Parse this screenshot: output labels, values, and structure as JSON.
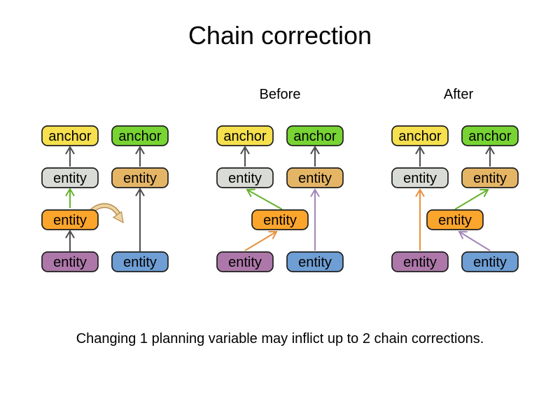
{
  "title": "Chain correction",
  "caption": "Changing 1 planning variable may inflict up to 2 chain corrections.",
  "groups": [
    {
      "label": "",
      "boxes": [
        {
          "id": "anchor-yellow",
          "label": "anchor"
        },
        {
          "id": "anchor-green",
          "label": "anchor"
        },
        {
          "id": "entity-gray",
          "label": "entity"
        },
        {
          "id": "entity-tan",
          "label": "entity"
        },
        {
          "id": "entity-orange",
          "label": "entity"
        },
        {
          "id": "entity-purple",
          "label": "entity"
        },
        {
          "id": "entity-blue",
          "label": "entity"
        }
      ]
    },
    {
      "label": "Before",
      "boxes": [
        {
          "id": "anchor-yellow",
          "label": "anchor"
        },
        {
          "id": "anchor-green",
          "label": "anchor"
        },
        {
          "id": "entity-gray",
          "label": "entity"
        },
        {
          "id": "entity-tan",
          "label": "entity"
        },
        {
          "id": "entity-orange",
          "label": "entity"
        },
        {
          "id": "entity-purple",
          "label": "entity"
        },
        {
          "id": "entity-blue",
          "label": "entity"
        }
      ]
    },
    {
      "label": "After",
      "boxes": [
        {
          "id": "anchor-yellow",
          "label": "anchor"
        },
        {
          "id": "anchor-green",
          "label": "anchor"
        },
        {
          "id": "entity-gray",
          "label": "entity"
        },
        {
          "id": "entity-tan",
          "label": "entity"
        },
        {
          "id": "entity-orange",
          "label": "entity"
        },
        {
          "id": "entity-purple",
          "label": "entity"
        },
        {
          "id": "entity-blue",
          "label": "entity"
        }
      ]
    }
  ],
  "colors": {
    "anchor_yellow": "#F6E04E",
    "anchor_green": "#77D433",
    "entity_gray": "#D9DCD6",
    "entity_tan": "#E5B566",
    "entity_orange": "#FCA52C",
    "entity_purple": "#AD78A9",
    "entity_blue": "#6E9ED4",
    "arrow_black": "#4D4D4D",
    "arrow_green": "#66B22E",
    "arrow_orange": "#E8913D",
    "arrow_purple": "#A186B8",
    "move_arrow_fill": "#EFD4A2",
    "move_arrow_outline": "#B28D50"
  }
}
